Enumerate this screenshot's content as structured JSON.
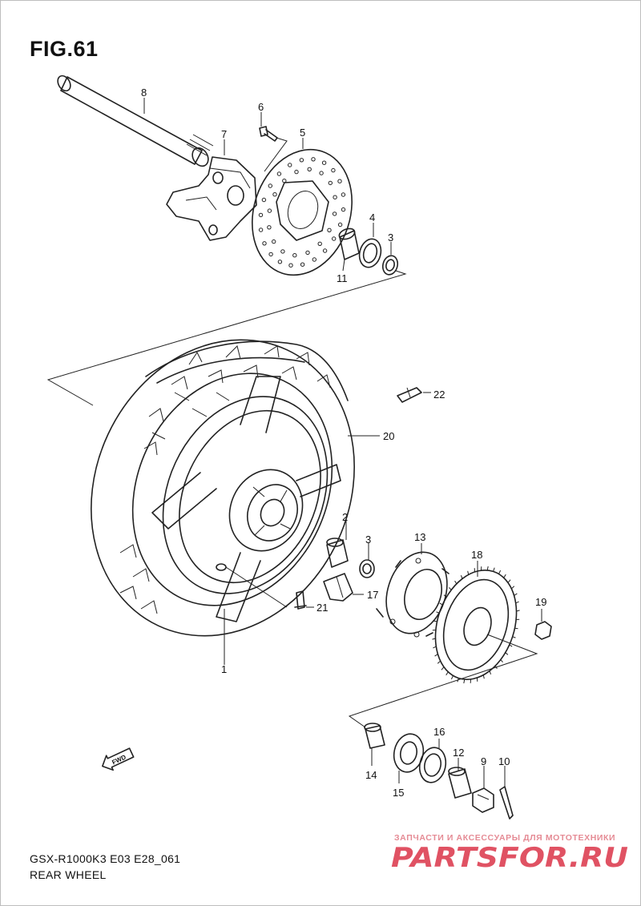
{
  "figure": {
    "title": "FIG.61",
    "model_code": "GSX-R1000K3 E03 E28_061",
    "section_name": "REAR WHEEL"
  },
  "fwd_badge": "FWD",
  "callouts": [
    {
      "id": "1",
      "label": "1"
    },
    {
      "id": "2",
      "label": "2"
    },
    {
      "id": "3a",
      "label": "3"
    },
    {
      "id": "3b",
      "label": "3"
    },
    {
      "id": "4",
      "label": "4"
    },
    {
      "id": "5",
      "label": "5"
    },
    {
      "id": "6",
      "label": "6"
    },
    {
      "id": "7",
      "label": "7"
    },
    {
      "id": "8",
      "label": "8"
    },
    {
      "id": "9",
      "label": "9"
    },
    {
      "id": "10",
      "label": "10"
    },
    {
      "id": "11",
      "label": "11"
    },
    {
      "id": "12",
      "label": "12"
    },
    {
      "id": "13",
      "label": "13"
    },
    {
      "id": "14",
      "label": "14"
    },
    {
      "id": "15",
      "label": "15"
    },
    {
      "id": "16",
      "label": "16"
    },
    {
      "id": "17",
      "label": "17"
    },
    {
      "id": "18",
      "label": "18"
    },
    {
      "id": "19",
      "label": "19"
    },
    {
      "id": "20",
      "label": "20"
    },
    {
      "id": "21",
      "label": "21"
    },
    {
      "id": "22",
      "label": "22"
    }
  ],
  "watermark": {
    "tagline": "ЗАПЧАСТИ И АКСЕССУАРЫ ДЛЯ МОТОТЕХНИКИ",
    "logo_text": "PARTSFOR.RU",
    "color": "#e05263"
  }
}
